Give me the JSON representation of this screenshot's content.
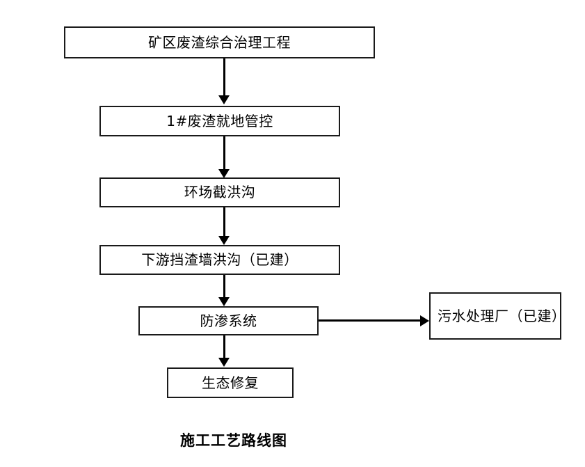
{
  "diagram": {
    "caption": "施工工艺路线图",
    "nodes": [
      {
        "id": "root",
        "label": "矿区废渣综合治理工程"
      },
      {
        "id": "step1",
        "label": "1#废渣就地管控"
      },
      {
        "id": "step2",
        "label": "环场截洪沟"
      },
      {
        "id": "step3",
        "label": "下游挡渣墙洪沟（已建）"
      },
      {
        "id": "step4",
        "label": "防渗系统"
      },
      {
        "id": "side",
        "label": "污水处理厂（已建）"
      },
      {
        "id": "step5",
        "label": "生态修复"
      }
    ],
    "edges": [
      {
        "from": "root",
        "to": "step1",
        "direction": "down"
      },
      {
        "from": "step1",
        "to": "step2",
        "direction": "down"
      },
      {
        "from": "step2",
        "to": "step3",
        "direction": "down"
      },
      {
        "from": "step3",
        "to": "step4",
        "direction": "down"
      },
      {
        "from": "step4",
        "to": "step5",
        "direction": "down"
      },
      {
        "from": "step4",
        "to": "side",
        "direction": "right"
      }
    ],
    "colors": {
      "stroke": "#1a1a1a",
      "fill": "#ffffff",
      "text": "#000000",
      "connector": "#000000"
    }
  }
}
